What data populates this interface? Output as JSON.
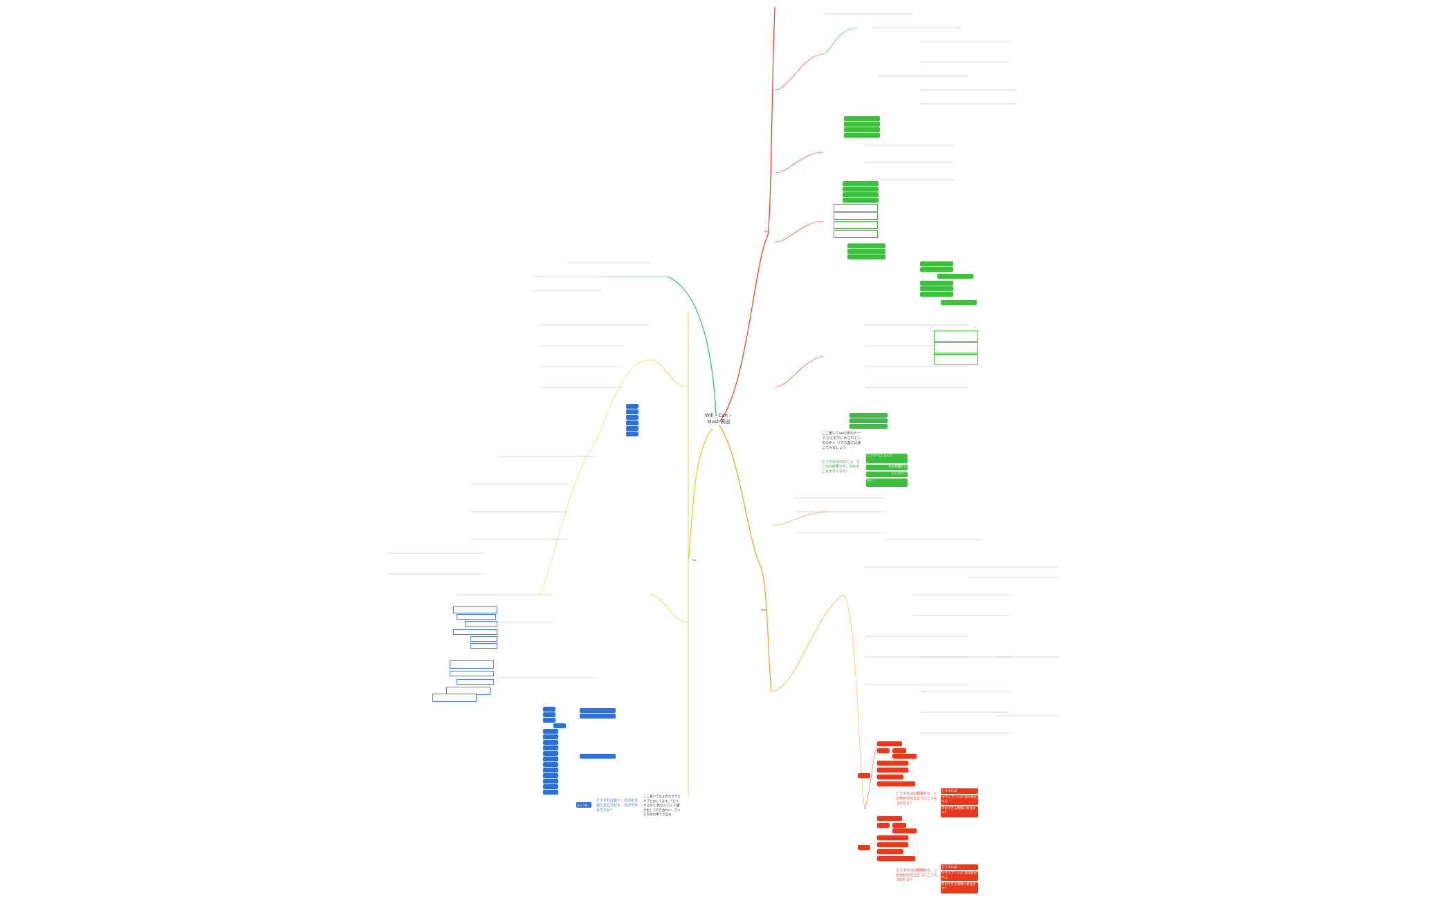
{
  "root": {
    "title": "Will・Can・Must 表出"
  },
  "branches": {
    "will": "Will",
    "can": "Can",
    "must": "Must"
  },
  "will_section": {
    "note": "ここ書いてveの年のテーマ クとの下に示されているのキャ リアも基に記述してみましょう",
    "question": "どうすればののとぶ、どこかの結果から、ののどこを大きくなり？",
    "boxes": [
      "どうすれば なんで",
      "次の時期から",
      "とにかけて",
      "Yes !"
    ]
  },
  "can_section": {
    "note": "ここ書いてなよのだカクとがプとおしてます、「どうするかと(仮なんて)」の書き出して行き合わに、きっとあめの事でラ自分",
    "chip": "ひとつ目",
    "question": "どうすれば良い、ののを大事な方立ながら、ののできるですか？"
  },
  "must_section": {
    "question": "どうすればの経験から、どの何かの分立立つにこうもスのだよ？",
    "boxes": [
      "どうすれば",
      "クライアントが 次の時代から",
      "ののできる地域にお仕ます？"
    ]
  },
  "colors": {
    "will": "#e8391c",
    "can": "#f0c419",
    "must": "#f0a020",
    "green": "#3cbf3c",
    "teal": "#29b591",
    "blue": "#2f6fd6",
    "red": "#e8391c"
  }
}
